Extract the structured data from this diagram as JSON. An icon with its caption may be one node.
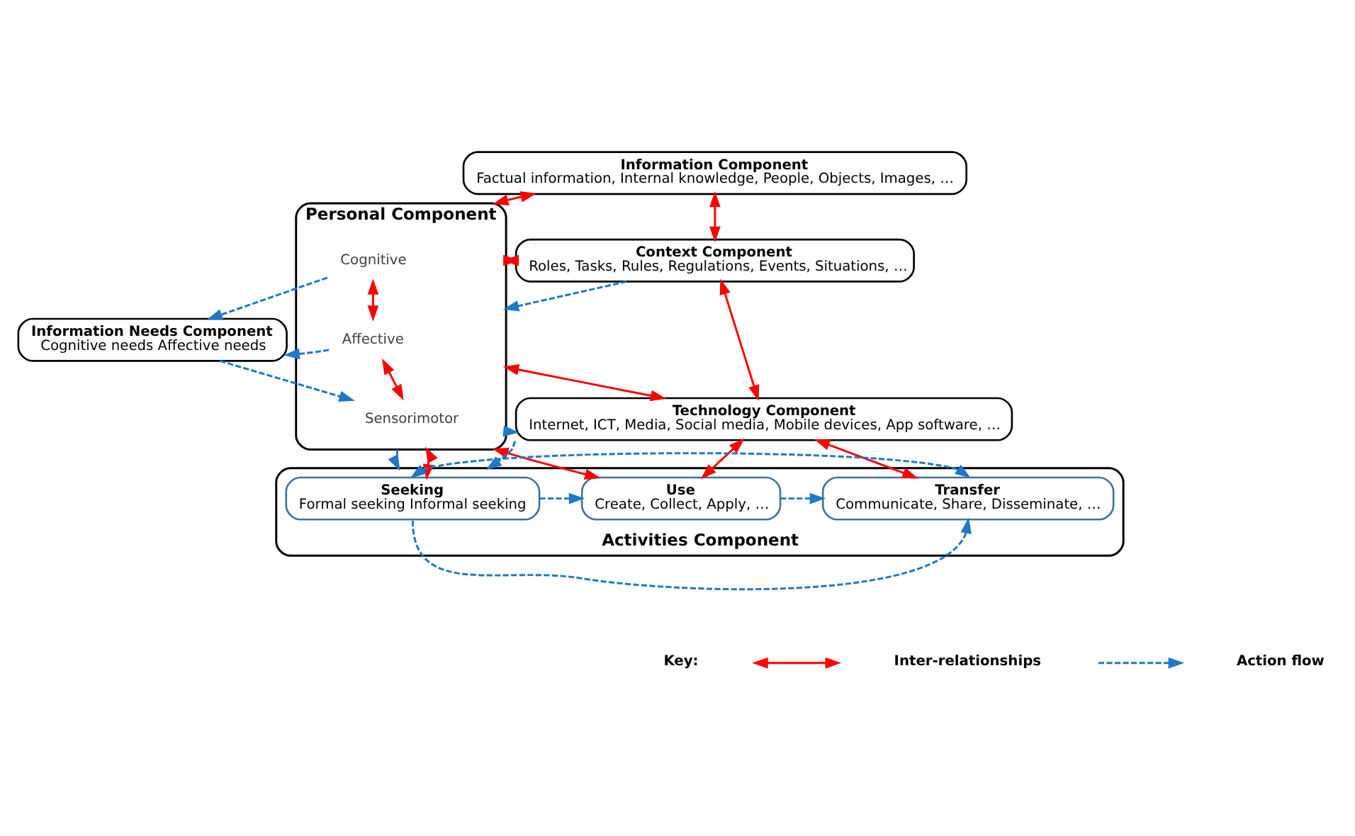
{
  "diagram": {
    "nodes": [
      {
        "text": [
          "Personal Component"
        ]
      },
      {
        "text": [
          "Cognitive"
        ],
        "in": 0
      },
      {
        "text": [
          "Affective"
        ],
        "in": 0
      },
      {
        "text": [
          "Sensorimotor"
        ],
        "in": 0
      },
      {
        "text": [
          "Information Component",
          "Factual information, Internal knowledge, People, Objects, Images, …"
        ]
      },
      {
        "text": [
          "Context Component",
          "Roles, Tasks, Rules, Regulations, Events, Situations, …"
        ]
      },
      {
        "text": [
          "Information Needs Component",
          "Cognitive needs Affective needs"
        ]
      },
      {
        "text": [
          "Technology Component",
          "Internet, ICT, Media, Social media, Mobile devices, App software, …"
        ]
      },
      {
        "text": [
          "Activities Component"
        ]
      },
      {
        "text": [
          "Seeking",
          "Formal seeking Informal seeking"
        ],
        "in": 8
      },
      {
        "text": [
          "Use",
          "Create, Collect, Apply, …"
        ],
        "in": 8
      },
      {
        "text": [
          "Transfer",
          "Communicate, Share, Disseminate, …"
        ],
        "in": 8
      }
    ],
    "edges": [
      {
        "from": 0,
        "to": 4,
        "arrow": "both",
        "color": "#ff0000"
      },
      {
        "from": 4,
        "to": 5,
        "arrow": "both",
        "color": "#ff0000"
      },
      {
        "from": 0,
        "to": 5,
        "arrow": "both",
        "color": "#ff0000"
      },
      {
        "from": 5,
        "to": 0,
        "arrow": "to",
        "style": "dashed",
        "color": "#1f78c8"
      },
      {
        "from": 1,
        "to": 2,
        "arrow": "both",
        "color": "#ff0000"
      },
      {
        "from": 2,
        "to": 3,
        "arrow": "both",
        "color": "#ff0000"
      },
      {
        "from": 1,
        "to": 6,
        "arrow": "to",
        "style": "dashed",
        "color": "#1f78c8"
      },
      {
        "from": 2,
        "to": 6,
        "arrow": "to",
        "style": "dashed",
        "color": "#1f78c8"
      },
      {
        "from": 6,
        "to": 3,
        "arrow": "to",
        "style": "dashed",
        "color": "#1f78c8"
      },
      {
        "from": 5,
        "to": 7,
        "arrow": "both",
        "color": "#ff0000"
      },
      {
        "from": 0,
        "to": 7,
        "arrow": "both",
        "color": "#ff0000"
      },
      {
        "from": 0,
        "to": 7,
        "arrow": "to",
        "style": "dashed",
        "color": "#1f78c8"
      },
      {
        "from": 0,
        "to": 8,
        "arrow": "to",
        "style": "dashed",
        "color": "#1f78c8"
      },
      {
        "from": 7,
        "to": 8,
        "arrow": "to",
        "style": "dashed",
        "color": "#1f78c8"
      },
      {
        "from": 0,
        "to": 9,
        "arrow": "both",
        "color": "#ff0000"
      },
      {
        "from": 0,
        "to": 10,
        "arrow": "both",
        "color": "#ff0000"
      },
      {
        "from": 7,
        "to": 10,
        "arrow": "both",
        "color": "#ff0000"
      },
      {
        "from": 7,
        "to": 11,
        "arrow": "both",
        "color": "#ff0000"
      },
      {
        "from": 9,
        "to": 11,
        "arrow": "both",
        "style": "dashed",
        "color": "#1f78c8"
      },
      {
        "from": 9,
        "to": 10,
        "arrow": "to",
        "style": "dashed",
        "color": "#1f78c8"
      },
      {
        "from": 10,
        "to": 11,
        "arrow": "to",
        "style": "dashed",
        "color": "#1f78c8"
      },
      {
        "from": 9,
        "to": 11,
        "arrow": "to",
        "style": "dashed",
        "color": "#1f78c8"
      }
    ],
    "labels": [
      "Key:"
    ],
    "legend": [
      {
        "text": "Inter-relationships"
      },
      {
        "text": "Action flow"
      }
    ]
  }
}
